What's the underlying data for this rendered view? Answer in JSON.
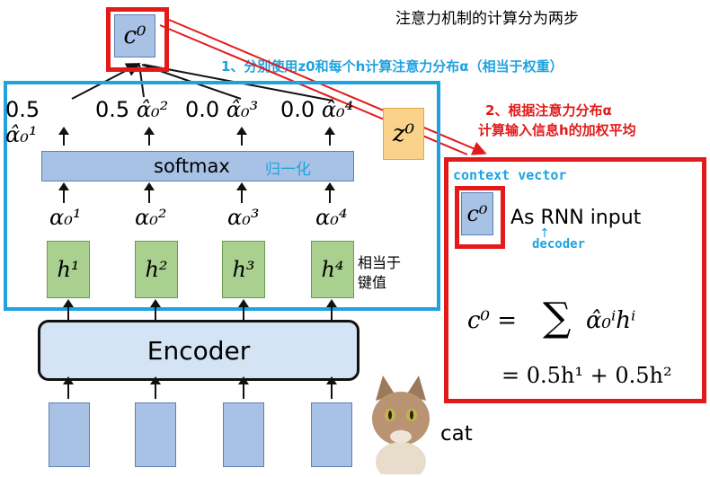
{
  "header": {
    "title": "注意力机制的计算分为两步"
  },
  "step1": "1、分别使用z0和每个h计算注意力分布α（相当于权重）",
  "step2": {
    "line1": "2、根据注意力分布α",
    "line2": "计算输入信息h的加权平均"
  },
  "c_top": "c⁰",
  "weights": [
    "0.5",
    "0.5",
    "0.0",
    "0.0"
  ],
  "alpha_hat": [
    "α̂₀¹",
    "α̂₀²",
    "α̂₀³",
    "α̂₀⁴"
  ],
  "alpha": [
    "α₀¹",
    "α₀²",
    "α₀³",
    "α₀⁴"
  ],
  "softmax": {
    "label": "softmax",
    "note": "归一化"
  },
  "z": "z⁰",
  "h": [
    "h¹",
    "h²",
    "h³",
    "h⁴"
  ],
  "h_note": {
    "line1": "相当于",
    "line2": "键值"
  },
  "encoder": "Encoder",
  "cat_label": "cat",
  "context": {
    "title": "context vector",
    "c": "c⁰",
    "rnn": "As RNN input",
    "decoder": "decoder",
    "formula1_lhs": "c⁰ =",
    "formula1_sum": "∑",
    "formula1_rhs": "α̂₀ⁱhⁱ",
    "formula2": "= 0.5h¹ + 0.5h²"
  },
  "colors": {
    "blue": "#1fa3e0",
    "red": "#e21a1a",
    "green": "#a9d08e",
    "orange": "#fbd28a"
  }
}
